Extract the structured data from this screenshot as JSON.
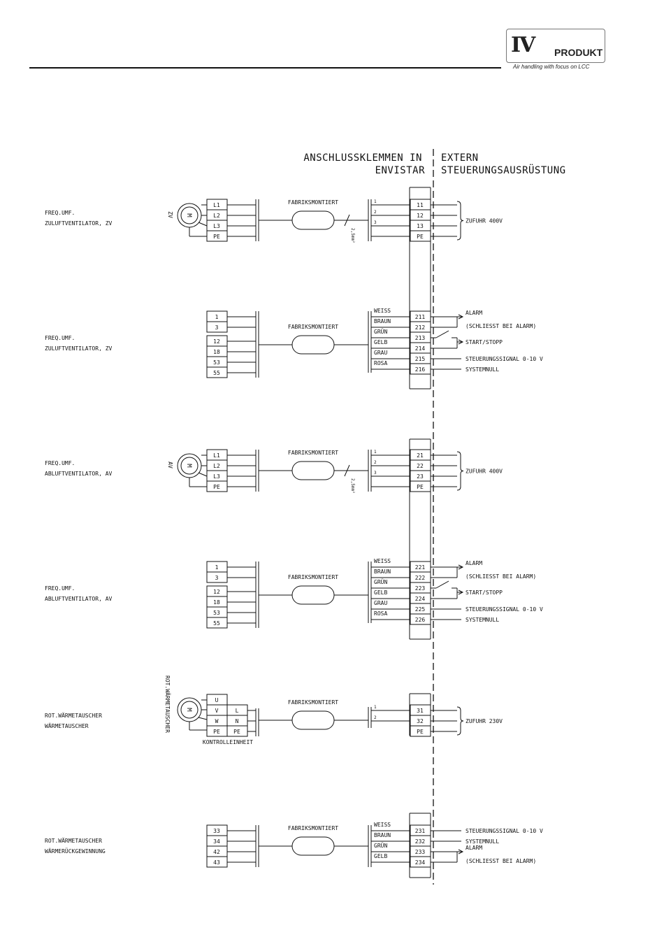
{
  "header": {
    "logo_mark": "IV",
    "logo_text": "PRODUKT",
    "tagline": "Air handling with focus on LCC"
  },
  "columns": {
    "left_heading": [
      "ANSCHLUSSKLEMMEN IN",
      "ENVISTAR"
    ],
    "right_heading": [
      "EXTERN",
      "STEUERUNGSAUSRÜSTUNG"
    ]
  },
  "cable_label": "FABRIKSMONTIERT",
  "cross_section": "2,5mm²",
  "sections": [
    {
      "id": "zv-power",
      "label": [
        "FREQ.UMF.",
        "ZULUFTVENTILATOR, ZV"
      ],
      "motor_tag": "ZV",
      "motor_symbol": "M",
      "device_terminals": [
        "L1",
        "L2",
        "L3",
        "PE"
      ],
      "wire_numbers": [
        "1",
        "2",
        "3"
      ],
      "envistar_terminals": [
        "11",
        "12",
        "13",
        "PE"
      ],
      "external": [
        "ZUFUHR 400V"
      ]
    },
    {
      "id": "zv-control",
      "label": [
        "FREQ.UMF.",
        "ZULUFTVENTILATOR, ZV"
      ],
      "device_terminals_a": [
        "1",
        "3"
      ],
      "device_terminals_b": [
        "12",
        "18",
        "53",
        "55"
      ],
      "wire_colors": [
        "WEISS",
        "BRAUN",
        "GRÜN",
        "GELB",
        "GRAU",
        "ROSA"
      ],
      "envistar_terminals": [
        "211",
        "212",
        "213",
        "214",
        "215",
        "216"
      ],
      "external": [
        "ALARM",
        "(SCHLIESST BEI ALARM)",
        "START/STOPP",
        "STEUERUNGSSIGNAL 0-10 V",
        "SYSTEMNULL"
      ]
    },
    {
      "id": "av-power",
      "label": [
        "FREQ.UMF.",
        "ABLUFTVENTILATOR, AV"
      ],
      "motor_tag": "AV",
      "motor_symbol": "M",
      "device_terminals": [
        "L1",
        "L2",
        "L3",
        "PE"
      ],
      "wire_numbers": [
        "1",
        "2",
        "3"
      ],
      "envistar_terminals": [
        "21",
        "22",
        "23",
        "PE"
      ],
      "external": [
        "ZUFUHR 400V"
      ]
    },
    {
      "id": "av-control",
      "label": [
        "FREQ.UMF.",
        "ABLUFTVENTILATOR, AV"
      ],
      "device_terminals_a": [
        "1",
        "3"
      ],
      "device_terminals_b": [
        "12",
        "18",
        "53",
        "55"
      ],
      "wire_colors": [
        "WEISS",
        "BRAUN",
        "GRÜN",
        "GELB",
        "GRAU",
        "ROSA"
      ],
      "envistar_terminals": [
        "221",
        "222",
        "223",
        "224",
        "225",
        "226"
      ],
      "external": [
        "ALARM",
        "(SCHLIESST BEI ALARM)",
        "START/STOPP",
        "STEUERUNGSSIGNAL 0-10 V",
        "SYSTEMNULL"
      ]
    },
    {
      "id": "rot-power",
      "label": [
        "ROT.WÄRMETAUSCHER",
        "WÄRMETAUSCHER"
      ],
      "motor_tag": "ROT.WÄRMETAUSCHER",
      "motor_symbol": "M",
      "motor_terminals": [
        "U",
        "V",
        "W",
        "PE"
      ],
      "control_terminals": [
        "L",
        "N",
        "PE"
      ],
      "control_unit_label": "KONTROLLEINHEIT",
      "wire_numbers": [
        "1",
        "2"
      ],
      "envistar_terminals": [
        "31",
        "32",
        "PE"
      ],
      "external": [
        "ZUFUHR 230V"
      ]
    },
    {
      "id": "rot-control",
      "label": [
        "ROT.WÄRMETAUSCHER",
        "WÄRMERÜCKGEWINNUNG"
      ],
      "device_terminals": [
        "33",
        "34",
        "42",
        "43"
      ],
      "wire_colors": [
        "WEISS",
        "BRAUN",
        "GRÜN",
        "GELB"
      ],
      "envistar_terminals": [
        "231",
        "232",
        "233",
        "234"
      ],
      "external": [
        "STEUERUNGSSIGNAL 0-10 V",
        "SYSTEMNULL",
        "ALARM",
        "(SCHLIESST BEI ALARM)"
      ]
    }
  ]
}
